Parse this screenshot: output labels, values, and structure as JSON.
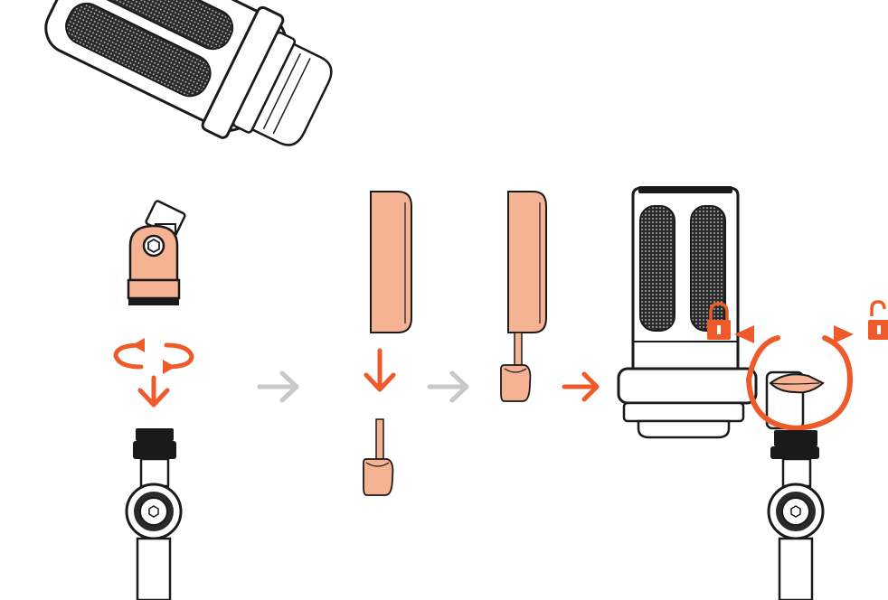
{
  "colors": {
    "accent": "#ee5a2a",
    "accent_light": "#f6b394",
    "step_arrow_grey": "#c8c8c8",
    "outline": "#1a1a1a",
    "mesh": "#2a2a2a",
    "background": "#ffffff"
  },
  "steps": [
    {
      "id": "step-1-rotate-mount",
      "arrow_icon": "rotate-arrows-icon",
      "down_arrow": "down-arrow-icon"
    },
    {
      "id": "step-2-attach-knob",
      "down_arrow": "down-arrow-icon"
    },
    {
      "id": "step-3-knob-inserted"
    },
    {
      "id": "step-4-lock-unlock",
      "lock_icon": "lock-icon",
      "unlock_icon": "unlock-icon"
    }
  ],
  "transitions": [
    {
      "icon": "right-arrow-icon",
      "color": "grey"
    },
    {
      "icon": "right-arrow-icon",
      "color": "grey"
    },
    {
      "icon": "right-arrow-icon",
      "color": "accent"
    }
  ]
}
